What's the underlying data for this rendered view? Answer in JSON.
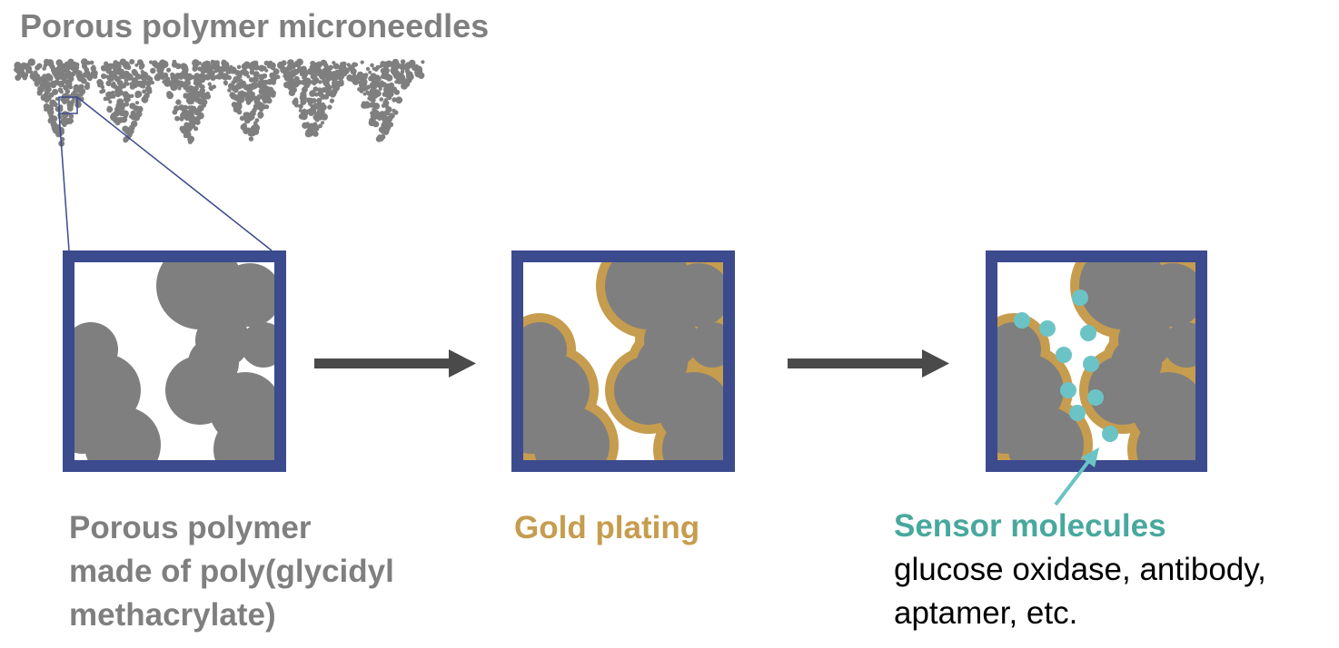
{
  "title": "Porous polymer microneedles",
  "panels": [
    {
      "label_lines": [
        "Porous polymer",
        "made of poly(glycidyl",
        "methacrylate)"
      ]
    },
    {
      "label": "Gold plating"
    },
    {
      "label": "Sensor molecules",
      "detail_lines": [
        "glucose oxidase, antibody,",
        "aptamer, etc."
      ]
    }
  ],
  "colors": {
    "polymer": "#7f7f7f",
    "frame": "#3c4a8e",
    "gold": "#c69c4e",
    "molecule": "#6cc3c5",
    "arrow": "#4a4a4a"
  }
}
